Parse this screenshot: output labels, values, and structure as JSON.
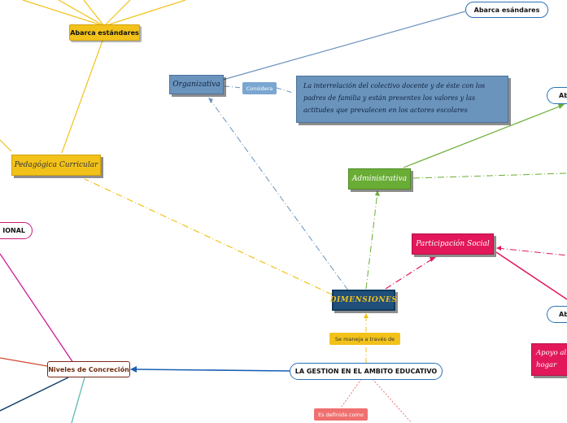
{
  "colors": {
    "blue": "#6b94bd",
    "yellow": "#f2c21b",
    "green": "#6aad36",
    "pink": "#e2185b",
    "dark_blue": "#1f4f7a",
    "outline_blue": "#2c72b8"
  },
  "nodes": {
    "abarca_estandares_top": "Abarca estándares",
    "abarca_esandares_right": "Abarca esándares",
    "organizativa": "Organizativa",
    "considera": "Considera",
    "interrelacion_text": "La interrelación del colectivo docente y de éste con los padres de familia y están presentes los valores y las actitudes que prevalecen en los actores escolares",
    "pedagogica_curricular": "Pedagógica Curricular",
    "administrativa": "Administrativa",
    "participacion_social": "Participación Social",
    "dimensiones": "DIMENSIONES",
    "se_maneja": "Se maneja a través de",
    "gestion": "LA GESTION EN EL AMBITO EDUCATIVO",
    "niveles_concrecion": "Niveles de Concreción",
    "es_definida": "Es definida como",
    "apoyo_hogar": "Apoyo al hogar",
    "ional_fragment": "IONAL",
    "ab_fragment_1": "Ab",
    "ab_fragment_2": "Ab"
  }
}
